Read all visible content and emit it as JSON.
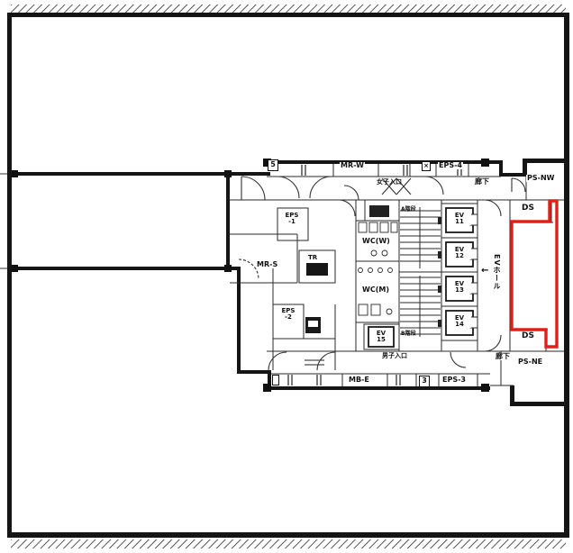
{
  "drawing": {
    "type": "architectural-floor-plan",
    "colors": {
      "wall": "#151515",
      "line": "#2a2a2a",
      "highlight": "#e02018",
      "paper": "#ffffff"
    },
    "rooms": {
      "mr_w": "MR-W",
      "eps_4": "EPS-4",
      "corridor_top": "廊下",
      "ps_nw": "PS-NW",
      "ds_top": "DS",
      "ds_bottom": "DS",
      "ps_ne": "PS-NE",
      "corridor_bottom": "廊下",
      "eps_3": "EPS-3",
      "mb_e": "MB-E",
      "mr_s": "MR-S",
      "tr": "TR",
      "eps_1": [
        "EPS",
        "-1"
      ],
      "eps_2": [
        "EPS",
        "-2"
      ],
      "wc_w": "WC(W)",
      "wc_m": "WC(M)",
      "ev_hall": "EVホール",
      "stair_a": "A階段",
      "stair_b": "B階段",
      "entrance_top": "女子入口",
      "entrance_bottom": "男子入口"
    },
    "elevators": [
      [
        "EV",
        "11"
      ],
      [
        "EV",
        "12"
      ],
      [
        "EV",
        "13"
      ],
      [
        "EV",
        "14"
      ],
      [
        "EV",
        "15"
      ]
    ],
    "marks": {
      "grid_top": "5",
      "grid_bottom": "3",
      "door_cross": "×",
      "hall_arrow": "←"
    }
  }
}
